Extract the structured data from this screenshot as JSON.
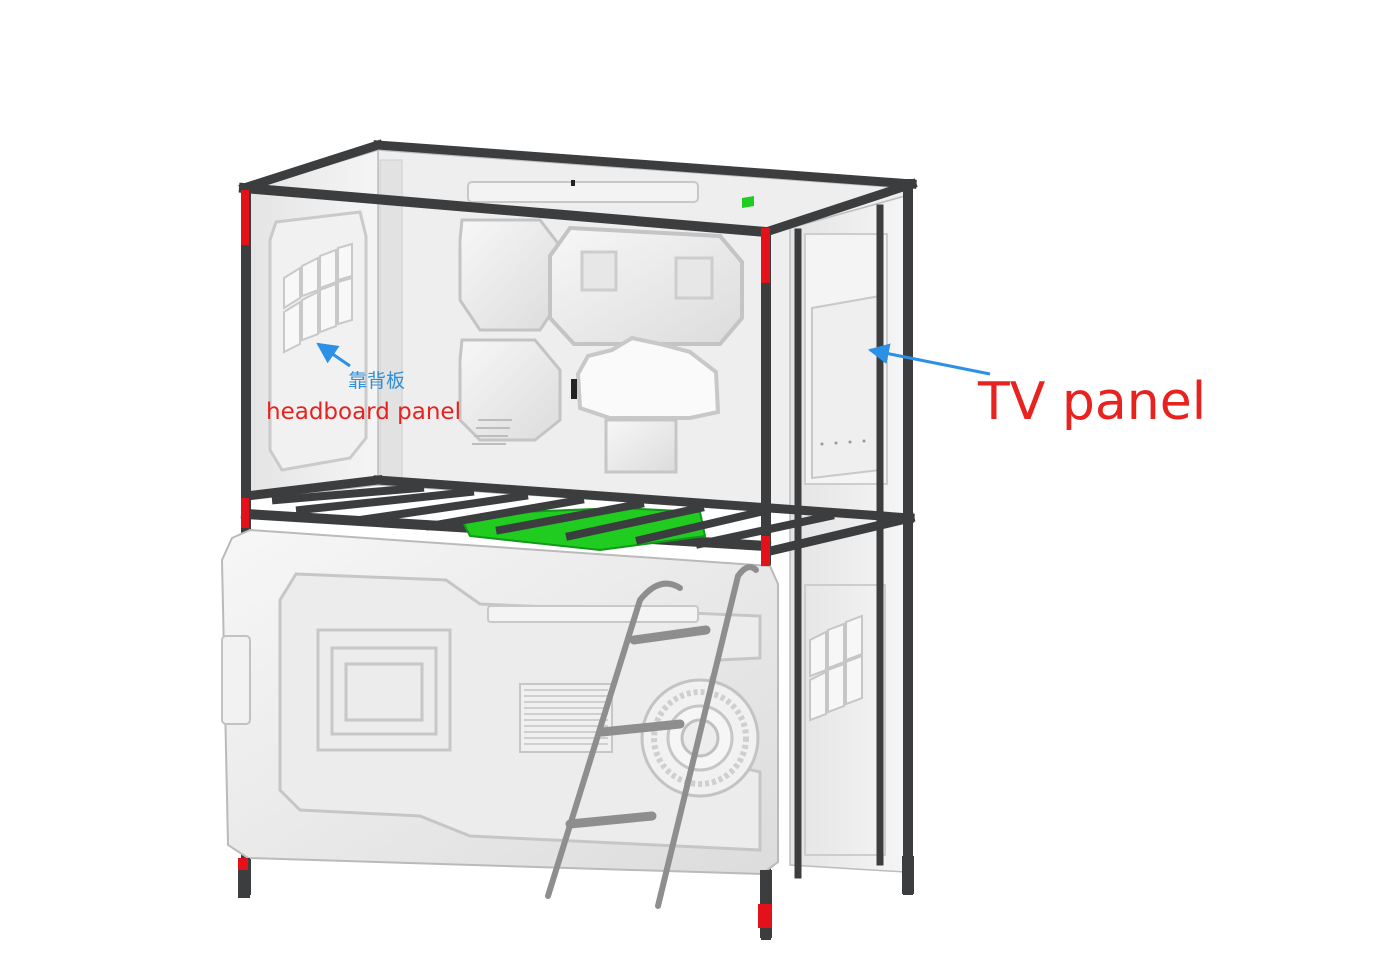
{
  "annotations": {
    "headboard_chinese": "靠背板",
    "headboard_english": "headboard panel",
    "tv_panel": "TV panel"
  },
  "colors": {
    "frame": "#3c3d3f",
    "frame_tip": "#e3121a",
    "panel": "#ececec",
    "panel_shadow": "#c9c9c9",
    "mattress": "#1fcc1f",
    "arrow": "#2b90e6",
    "label_red": "#e8231f",
    "label_blue": "#2f8fd8"
  },
  "icons": [
    "left-arrow-icon"
  ]
}
